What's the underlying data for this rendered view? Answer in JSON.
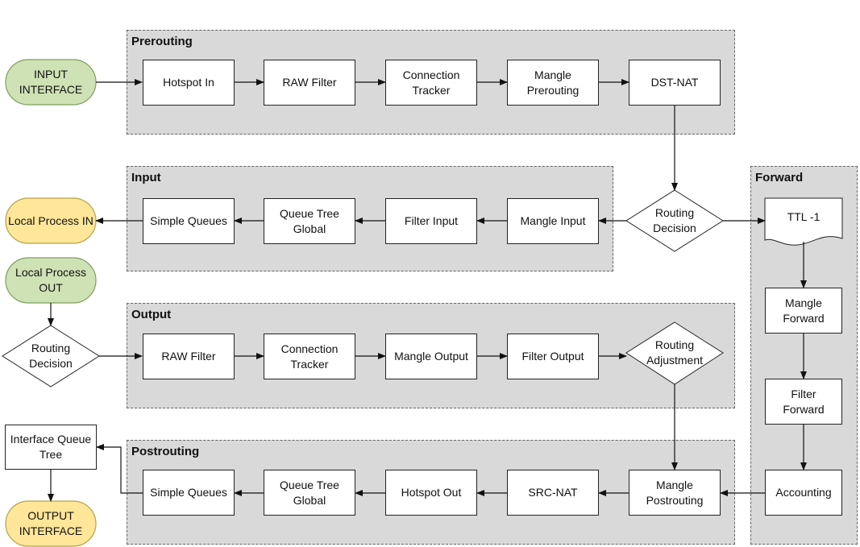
{
  "groups": {
    "prerouting": "Prerouting",
    "input": "Input",
    "output": "Output",
    "postrouting": "Postrouting",
    "forward": "Forward"
  },
  "terminals": {
    "input_interface": "INPUT\nINTERFACE",
    "local_process_in": "Local Process IN",
    "local_process_out": "Local Process\nOUT",
    "output_interface": "OUTPUT\nINTERFACE",
    "interface_queue_tree": "Interface Queue\nTree"
  },
  "prerouting": {
    "hotspot_in": "Hotspot In",
    "raw_filter": "RAW Filter",
    "connection_tracker": "Connection\nTracker",
    "mangle_prerouting": "Mangle\nPrerouting",
    "dst_nat": "DST-NAT"
  },
  "input": {
    "simple_queues": "Simple Queues",
    "queue_tree_global": "Queue Tree\nGlobal",
    "filter_input": "Filter Input",
    "mangle_input": "Mangle Input"
  },
  "output": {
    "raw_filter": "RAW Filter",
    "connection_tracker": "Connection\nTracker",
    "mangle_output": "Mangle Output",
    "filter_output": "Filter Output"
  },
  "postrouting": {
    "simple_queues": "Simple Queues",
    "queue_tree_global": "Queue Tree\nGlobal",
    "hotspot_out": "Hotspot Out",
    "src_nat": "SRC-NAT",
    "mangle_postrouting": "Mangle\nPostrouting"
  },
  "forward": {
    "ttl": "TTL -1",
    "mangle_forward": "Mangle\nForward",
    "filter_forward": "Filter\nForward",
    "accounting": "Accounting"
  },
  "decisions": {
    "routing_decision_main": "Routing\nDecision",
    "routing_decision_local": "Routing\nDecision",
    "routing_adjustment": "Routing\nAdjustment"
  },
  "colors": {
    "green_fill": "#cfe2b5",
    "green_stroke": "#7f9f5f",
    "yellow_fill": "#ffe699",
    "yellow_stroke": "#b8a14a",
    "group_fill": "#d9d9d9"
  }
}
